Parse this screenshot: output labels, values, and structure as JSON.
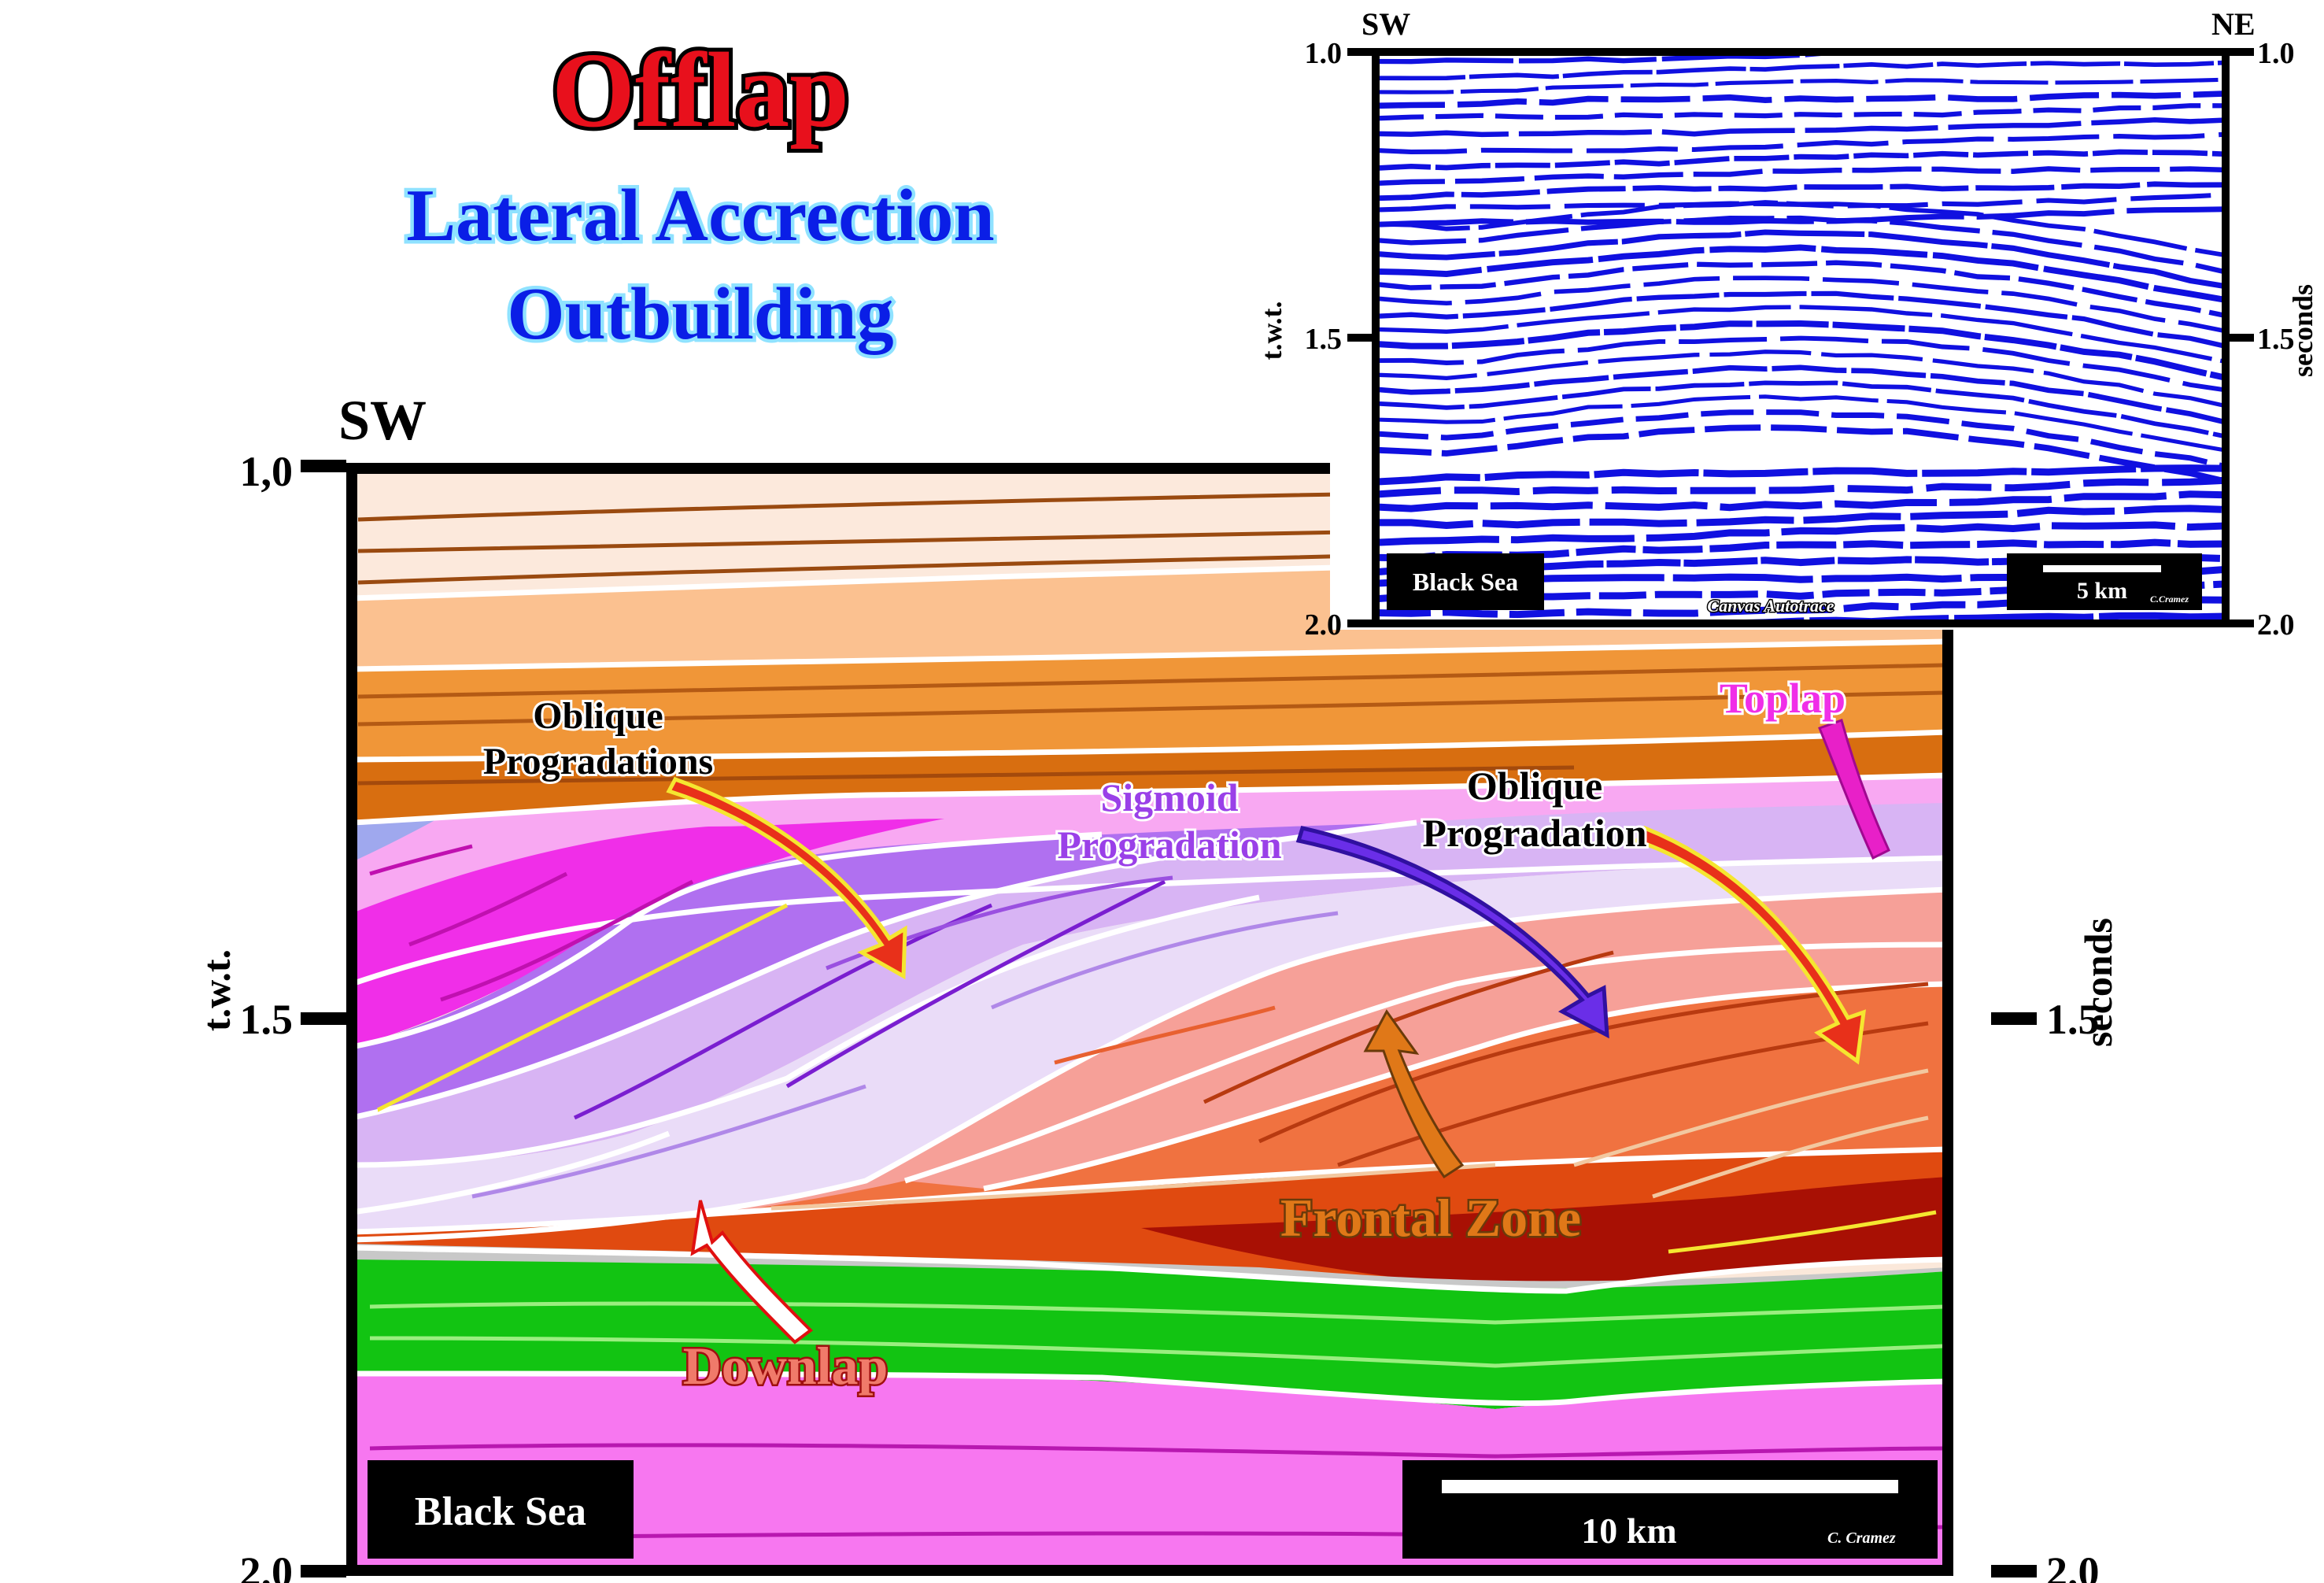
{
  "titles": {
    "main": "Offlap",
    "sub1": "Lateral Accrection",
    "sub2": "Outbuilding"
  },
  "main_section": {
    "corner_label": "SW",
    "left_axis_label": "t.w.t.",
    "right_axis_label": "seconds",
    "left_ticks": [
      "1,0",
      "1.5",
      "2.0"
    ],
    "right_ticks": [
      "1.5",
      "2.0"
    ],
    "location_label": "Black Sea",
    "scale_label": "10 km",
    "credit": "C. Cramez",
    "annotations": {
      "oblique_progradations_1": "Oblique",
      "oblique_progradations_2": "Progradations",
      "sigmoid_1": "Sigmoid",
      "sigmoid_2": "Progradation",
      "oblique_progradation_1": "Oblique",
      "oblique_progradation_2": "Progradation",
      "toplap": "Toplap",
      "frontal_zone": "Frontal Zone",
      "downlap": "Downlap"
    }
  },
  "inset": {
    "label_left": "SW",
    "label_right": "NE",
    "left_axis_label": "t.w.t.",
    "right_axis_label": "seconds",
    "left_ticks": [
      "1.0",
      "1.5",
      "2.0"
    ],
    "right_ticks": [
      "1.0",
      "1.5",
      "2.0"
    ],
    "location_label": "Black Sea",
    "scale_label": "5 km",
    "software_label": "Canvas Autotrace",
    "credit": "C.Cramez"
  },
  "colors": {
    "title_red": "#e8101c",
    "title_blue": "#0a1ee6",
    "seismic_blue": "#1010e0",
    "green_unit": "#12c412",
    "pink_unit": "#f777f0",
    "orange_unit": "#e07812"
  }
}
